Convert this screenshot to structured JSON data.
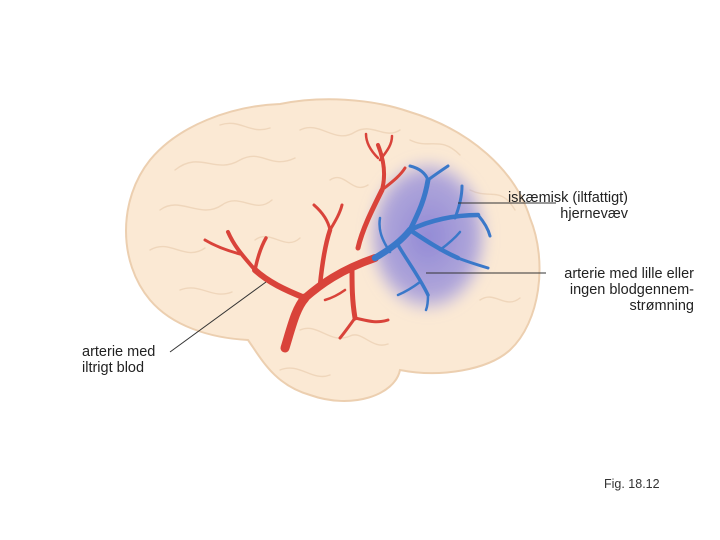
{
  "labels": {
    "ischemic": [
      "iskæmisk (iltfattigt)",
      "hjernevæv"
    ],
    "artery_low_flow": [
      "arterie med lille eller",
      "ingen blodgennem-",
      "strømning"
    ],
    "artery_oxygenated": [
      "arterie med",
      "iltrigt blod"
    ]
  },
  "caption": "Fig. 18.12",
  "colors": {
    "brain_fill": "#fbe9d4",
    "brain_outline": "#eccfb0",
    "artery_red": "#d9433a",
    "artery_dark": "#b52f27",
    "artery_blue": "#3a78c9",
    "ischemic_zone": "#8c86d8",
    "leader_line": "#333333"
  }
}
